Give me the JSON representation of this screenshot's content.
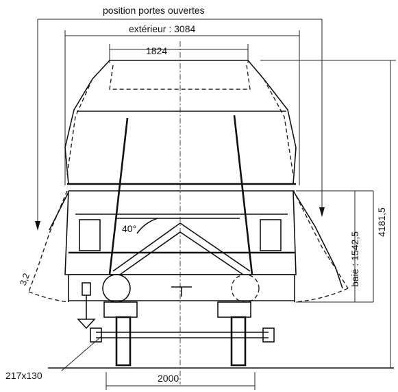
{
  "labels": {
    "title": "position portes ouvertes",
    "exterior_width": "extérieur : 3084",
    "top_width": "1824",
    "angle": "40°",
    "opening_height": "baie : 1542,5",
    "total_height": "4181,5",
    "axle_box": "217x130",
    "track_gauge": "2000",
    "swing_left": "3,2"
  }
}
